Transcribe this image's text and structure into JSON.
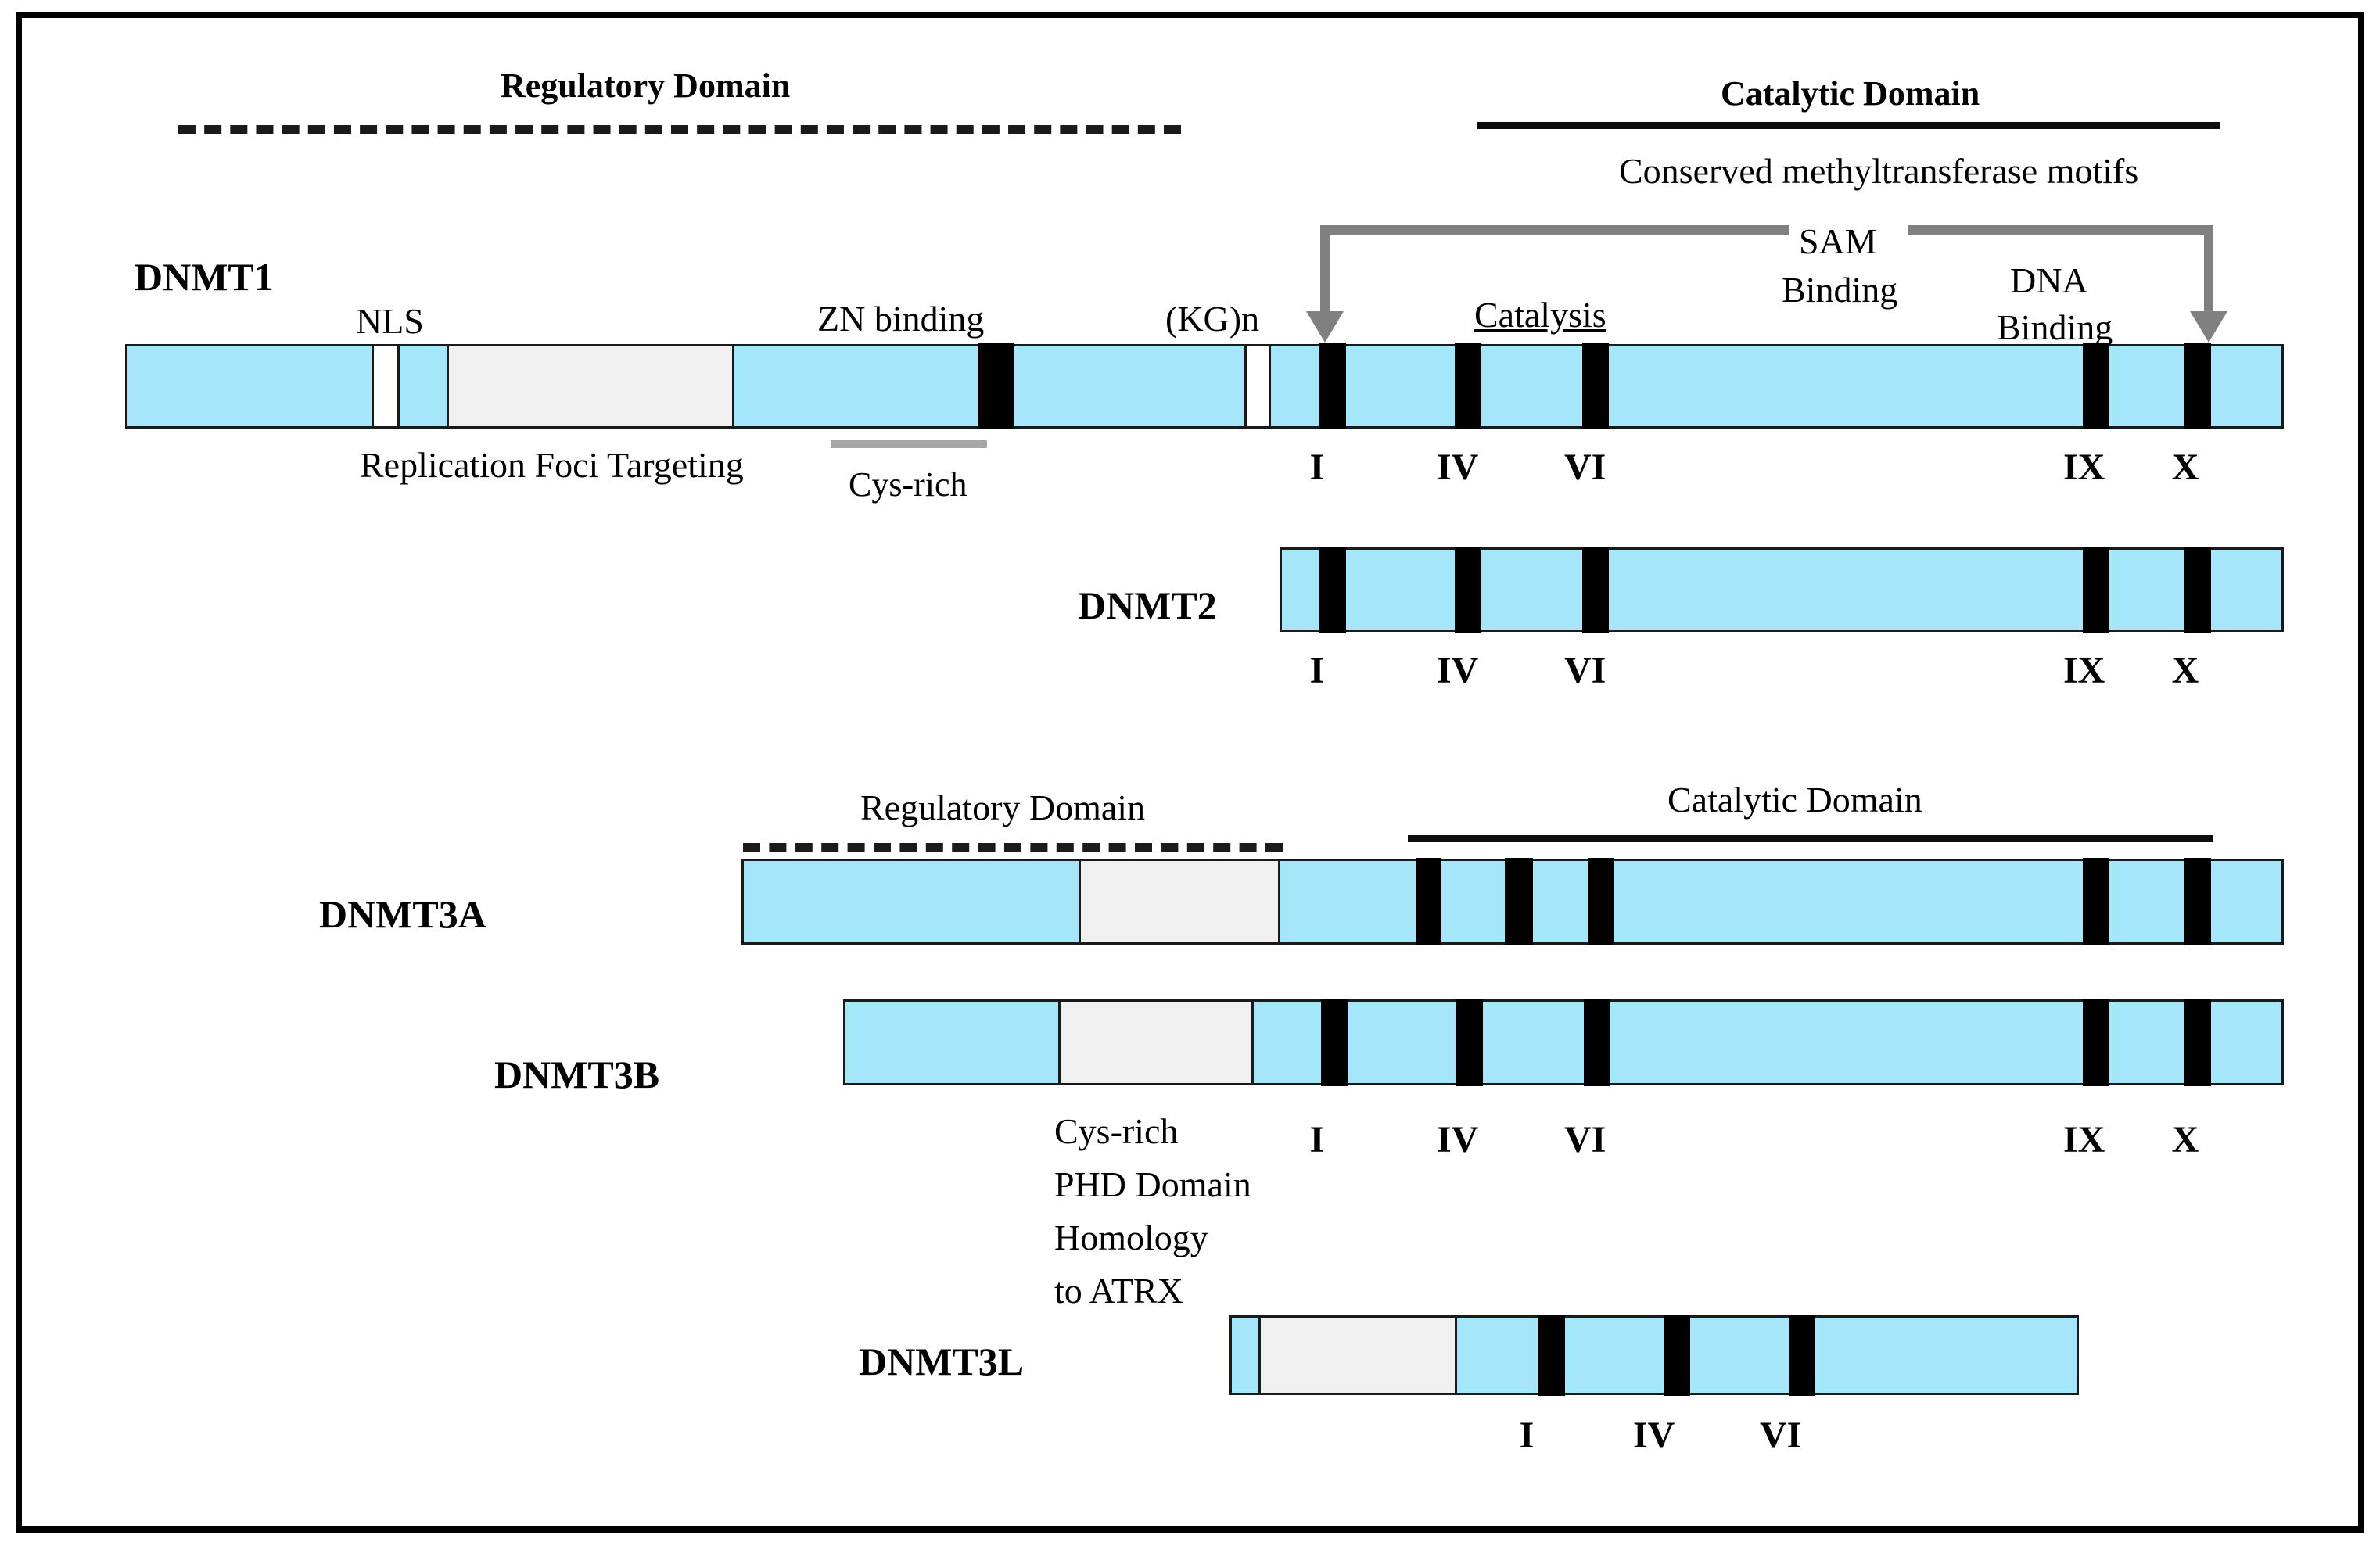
{
  "figure": {
    "title": "DNMT family protein domain architecture",
    "colors": {
      "protein_blue": "#A5E6FA",
      "insert_gray": "#F0F0F0",
      "motif_black": "#000000",
      "bracket_gray": "#808080",
      "frame_black": "#000000"
    }
  },
  "top_annotations": {
    "regulatory_domain": "Regulatory Domain",
    "catalytic_domain": "Catalytic Domain",
    "conserved_motifs": "Conserved methyltransferase motifs",
    "sam_binding_line1": "SAM",
    "sam_binding_line2": "Binding",
    "dna_binding_line1": "DNA",
    "dna_binding_line2": "Binding",
    "catalysis": "Catalysis"
  },
  "proteins": [
    {
      "name": "DNMT1",
      "labels_above": [
        "NLS",
        "ZN binding",
        "(KG)n"
      ],
      "labels_below": [
        "Replication Foci Targeting",
        "Cys-rich"
      ],
      "motif_tags": [
        "I",
        "IV",
        "VI",
        "IX",
        "X"
      ]
    },
    {
      "name": "DNMT2",
      "labels_above": [],
      "labels_below": [],
      "motif_tags": [
        "I",
        "IV",
        "VI",
        "IX",
        "X"
      ]
    },
    {
      "name": "DNMT3A",
      "labels_above": [],
      "labels_below": [],
      "motif_tags": []
    },
    {
      "name": "DNMT3B",
      "labels_above": [],
      "labels_below": [
        "Cys-rich",
        "PHD Domain",
        "Homology",
        "to ATRX"
      ],
      "motif_tags": [
        "I",
        "IV",
        "VI",
        "IX",
        "X"
      ]
    },
    {
      "name": "DNMT3L",
      "labels_above": [],
      "labels_below": [],
      "motif_tags": [
        "I",
        "IV",
        "VI"
      ]
    }
  ],
  "group_annotations": {
    "regulatory_domain_lower": "Regulatory Domain",
    "catalytic_domain_lower": "Catalytic Domain"
  },
  "dnmt3b_caption": [
    "Cys-rich",
    "PHD Domain",
    "Homology",
    "to ATRX"
  ],
  "motif_labels": {
    "I": "I",
    "IV": "IV",
    "VI": "VI",
    "IX": "IX",
    "X": "X"
  }
}
